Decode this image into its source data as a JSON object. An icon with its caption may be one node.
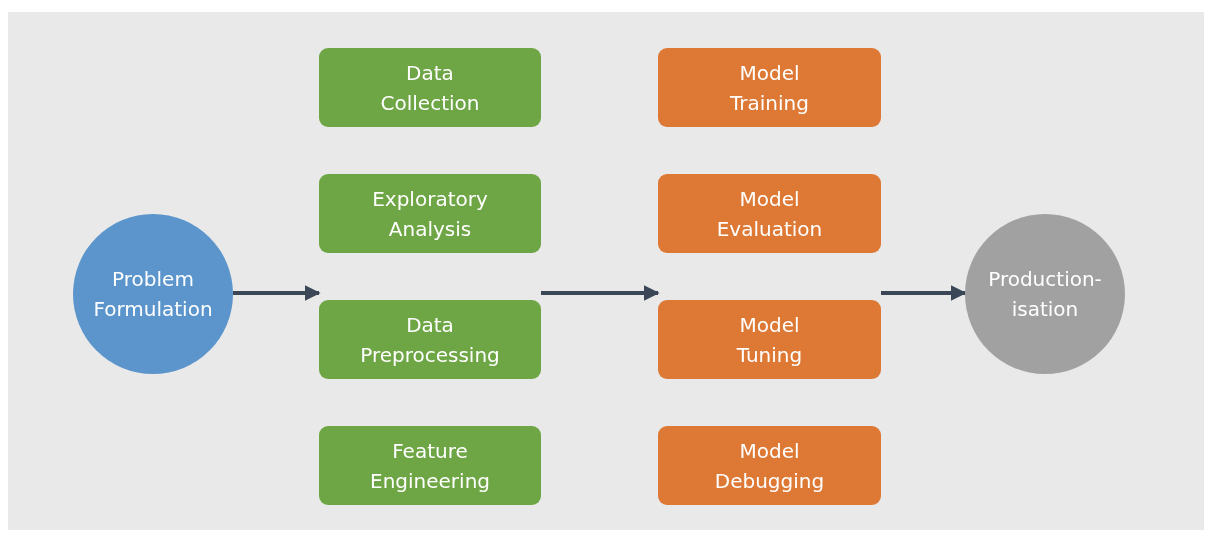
{
  "diagram": {
    "nodes": [
      {
        "text": [
          "Problem Formulation"
        ]
      },
      {
        "text": [
          "Data Collection"
        ]
      },
      {
        "text": [
          "Exploratory Analysis"
        ]
      },
      {
        "text": [
          "Data Preprocessing"
        ]
      },
      {
        "text": [
          "Feature Engineering"
        ]
      },
      {
        "text": [
          "Model Training"
        ]
      },
      {
        "text": [
          "Model Evaluation"
        ]
      },
      {
        "text": [
          "Model Tuning"
        ]
      },
      {
        "text": [
          "Model Debugging"
        ]
      },
      {
        "text": [
          "Production-isation"
        ]
      }
    ],
    "edges": [
      {
        "from": 0,
        "to": 3,
        "arrow": "to"
      },
      {
        "from": 3,
        "to": 7,
        "arrow": "to"
      },
      {
        "from": 7,
        "to": 9,
        "arrow": "to"
      }
    ]
  }
}
